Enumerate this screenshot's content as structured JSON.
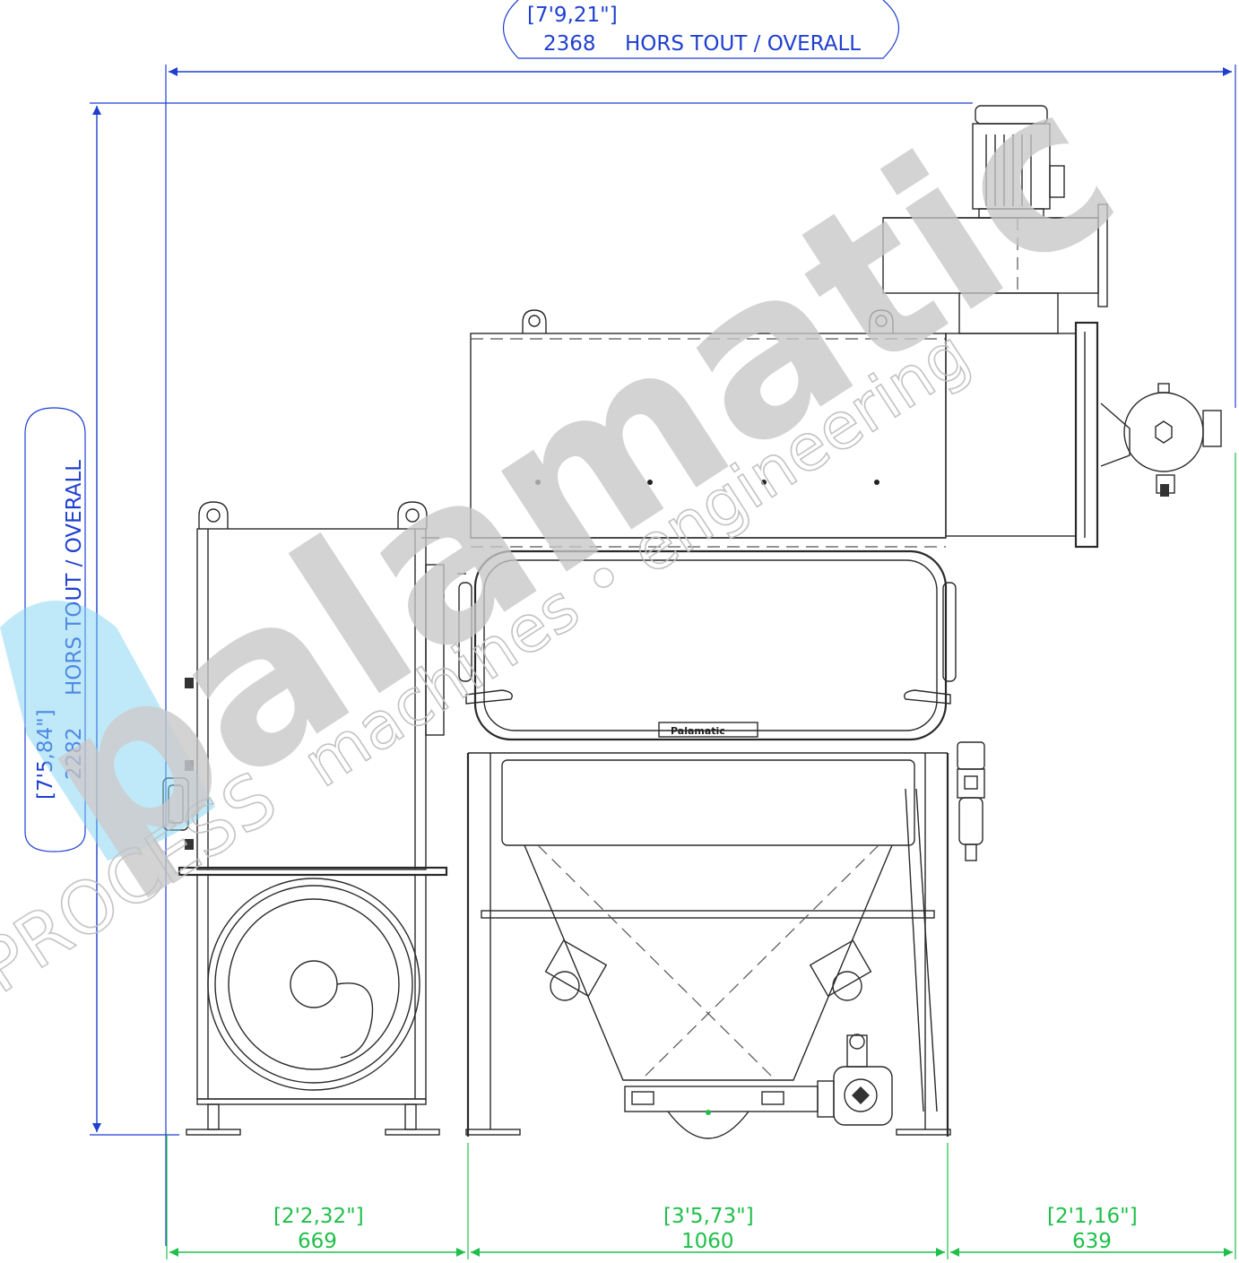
{
  "dimensions": {
    "overall_width": {
      "imperial": "[7'9,21\"]",
      "metric": "2368",
      "label": "HORS TOUT / OVERALL"
    },
    "overall_height": {
      "imperial": "[7'5,84\"]",
      "metric": "2282",
      "label": "HORS TOUT / OVERALL"
    },
    "bottom_segments": [
      {
        "imperial": "[2'2,32\"]",
        "metric": "669"
      },
      {
        "imperial": "[3'5,73\"]",
        "metric": "1060"
      },
      {
        "imperial": "[2'1,16\"]",
        "metric": "639"
      }
    ]
  },
  "nameplate": {
    "text": "Palamatic"
  },
  "watermark": {
    "main_text": "palamatic",
    "tagline": "machines • engineering",
    "process_text": "PROCESS"
  },
  "colors": {
    "dimension_blue": "#1f3fd0",
    "dimension_green": "#1fbf4a",
    "watermark_gray": "#c7c7c7",
    "watermark_cyan": "#7fd3f2"
  }
}
